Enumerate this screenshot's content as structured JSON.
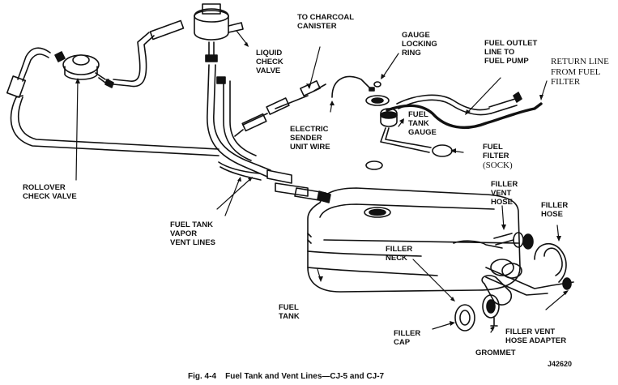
{
  "labels": {
    "to_charcoal_canister": "TO CHARCOAL\nCANISTER",
    "liquid_check_valve": "LIQUID\nCHECK\nVALVE",
    "gauge_locking_ring": "GAUGE\nLOCKING\nRING",
    "fuel_outlet_line": "FUEL OUTLET\nLINE TO\nFUEL PUMP",
    "return_line": "RETURN LINE\nFROM FUEL\nFILTER",
    "electric_sender_unit_wire": "ELECTRIC\nSENDER\nUNIT WIRE",
    "fuel_tank_gauge": "FUEL\nTANK\nGAUGE",
    "fuel_filter": "FUEL\nFILTER",
    "sock": "(SOCK)",
    "rollover_check_valve": "ROLLOVER\nCHECK VALVE",
    "filler_vent_hose": "FILLER\nVENT\nHOSE",
    "filler_hose": "FILLER\nHOSE",
    "fuel_tank_vapor_vent_lines": "FUEL TANK\nVAPOR\nVENT LINES",
    "filler_neck": "FILLER\nNECK",
    "fuel_tank": "FUEL\nTANK",
    "filler_cap": "FILLER\nCAP",
    "grommet": "GROMMET",
    "filler_vent_hose_adapter": "FILLER VENT\nHOSE ADAPTER"
  },
  "figure_code": "J42620",
  "caption": "Fig. 4-4    Fuel Tank and Vent Lines—CJ-5 and CJ-7"
}
